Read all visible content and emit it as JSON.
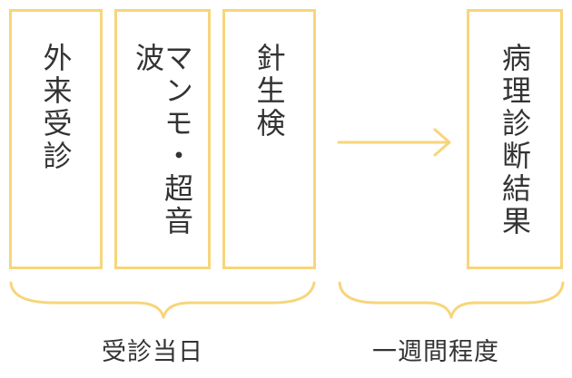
{
  "colors": {
    "accent": "#f7d57a",
    "text": "#333333",
    "background": "#ffffff"
  },
  "boxes": [
    {
      "label": "外来受診"
    },
    {
      "label": "マンモ・超音波"
    },
    {
      "label": "針生検"
    },
    {
      "label": "病理診断結果"
    }
  ],
  "captions": {
    "left": "受診当日",
    "right": "一週間程度"
  },
  "icons": {
    "arrow": "right-arrow-icon",
    "brace": "curly-brace-icon"
  }
}
